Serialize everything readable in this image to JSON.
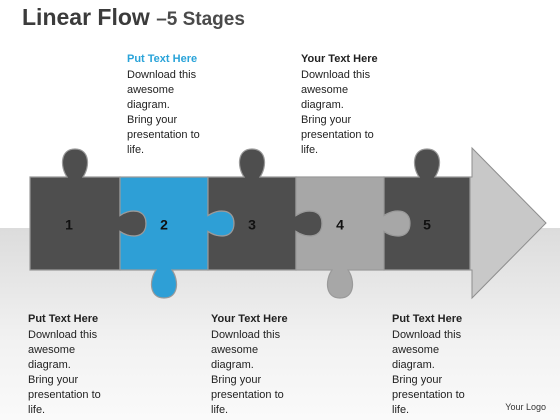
{
  "title": {
    "main": "Linear Flow",
    "sub": "–5 Stages"
  },
  "pieces": [
    {
      "label": "1",
      "color": "#4e4e4e",
      "text_color": "#111111"
    },
    {
      "label": "2",
      "color": "#2e9fd6",
      "text_color": "#111111"
    },
    {
      "label": "3",
      "color": "#4e4e4e",
      "text_color": "#111111"
    },
    {
      "label": "4",
      "color": "#a7a7a7",
      "text_color": "#111111"
    },
    {
      "label": "5",
      "color": "#4e4e4e",
      "text_color": "#111111"
    }
  ],
  "arrow_color": "#c8c8c8",
  "text_blocks": [
    {
      "heading": "Put Text Here",
      "heading_color": "#29a3d9",
      "body": "Download this\nawesome\ndiagram.\nBring your\npresentation to\nlife."
    },
    {
      "heading": "Your Text Here",
      "heading_color": "#222222",
      "body": "Download this\nawesome\ndiagram.\nBring your\npresentation to\nlife."
    },
    {
      "heading": "Put Text Here",
      "heading_color": "#222222",
      "body": "Download this\nawesome\ndiagram.\nBring your\npresentation to\nlife."
    },
    {
      "heading": "Your Text Here",
      "heading_color": "#222222",
      "body": "Download this\nawesome\ndiagram.\nBring your\npresentation to\nlife."
    },
    {
      "heading": "Put Text Here",
      "heading_color": "#222222",
      "body": "Download this\nawesome\ndiagram.\nBring your\npresentation to\nlife."
    }
  ],
  "logo": "Your Logo"
}
